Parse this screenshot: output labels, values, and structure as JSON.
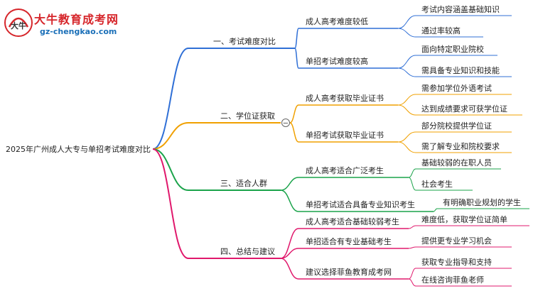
{
  "brand": {
    "name": "大牛教育成考网",
    "url": "gz-chengkao.com",
    "logo_glyph": "大牛"
  },
  "root": {
    "label": "2025年广州成人大专与单招考试难度对比"
  },
  "collapse_symbol": "−",
  "branches": [
    {
      "label": "一、考试难度对比",
      "color": "#2f6fd6",
      "children": [
        {
          "label": "成人高考难度较低",
          "children": [
            "考试内容涵盖基础知识",
            "通过率较高"
          ]
        },
        {
          "label": "单招考试难度较高",
          "children": [
            "面向特定职业院校",
            "需具备专业知识和技能"
          ]
        }
      ]
    },
    {
      "label": "二、学位证获取",
      "color": "#f0a000",
      "children": [
        {
          "label": "成人高考获取毕业证书",
          "children": [
            "需参加学位外语考试",
            "达到成绩要求可获学位证"
          ]
        },
        {
          "label": "单招考试获取毕业证书",
          "children": [
            "部分院校提供学位证",
            "需了解专业和院校要求"
          ]
        }
      ]
    },
    {
      "label": "三、适合人群",
      "color": "#1aa34a",
      "children": [
        {
          "label": "成人高考适合广泛考生",
          "children": [
            "基础较弱的在职人员",
            "社会考生"
          ]
        },
        {
          "label": "单招考试适合具备专业知识考生",
          "children": [
            "有明确职业规划的学生"
          ]
        }
      ]
    },
    {
      "label": "四、总结与建议",
      "color": "#e0186c",
      "children": [
        {
          "label": "成人高考适合基础较弱考生",
          "children": [
            "难度低，获取学位证简单"
          ]
        },
        {
          "label": "单招适合有专业基础考生",
          "children": [
            "提供更专业学习机会"
          ]
        },
        {
          "label": "建议选择菲鱼教育成考网",
          "children": [
            "获取专业指导和支持",
            "在线咨询菲鱼老师"
          ]
        }
      ]
    }
  ]
}
